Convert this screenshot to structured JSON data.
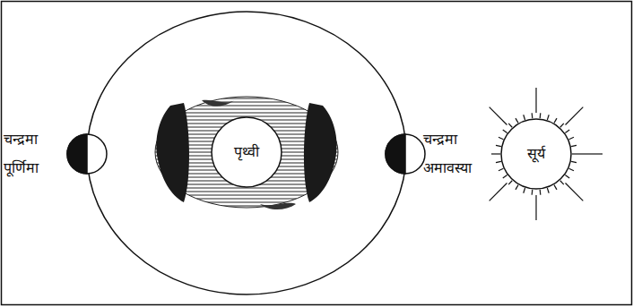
{
  "diagram": {
    "nodes": [
      {
        "text": [
          "चन्द्रमा",
          "पूर्णिमा"
        ]
      },
      {
        "text": [
          "पृथ्वी"
        ]
      },
      {
        "text": [
          "चन्द्रमा",
          "अमावस्या"
        ]
      },
      {
        "text": [
          "सूर्य"
        ]
      }
    ]
  }
}
